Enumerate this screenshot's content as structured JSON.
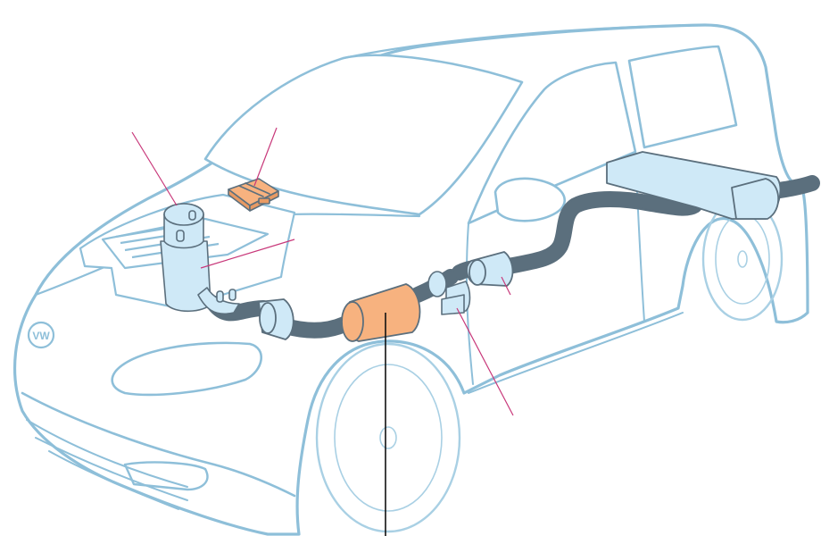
{
  "colors": {
    "body_outline": "#8ebfd9",
    "body_inner_line": "#a9d0e4",
    "glass_fill": "#ffffff",
    "exhaust_fill": "#cfe9f7",
    "exhaust_stroke": "#5b6f7d",
    "highlight_fill": "#f7b27f",
    "highlight_dark": "#e89a63",
    "leader_magenta": "#c8387a",
    "leader_black": "#111111"
  },
  "components": [
    {
      "id": "charcoal-canister",
      "highlighted": false
    },
    {
      "id": "engine-control-unit",
      "highlighted": true
    },
    {
      "id": "exhaust-manifold",
      "highlighted": false
    },
    {
      "id": "front-silencer",
      "highlighted": false
    },
    {
      "id": "catalytic-converter",
      "highlighted": true
    },
    {
      "id": "lambda-sensor",
      "highlighted": false
    },
    {
      "id": "center-silencer",
      "highlighted": false
    },
    {
      "id": "rear-silencer",
      "highlighted": false
    }
  ],
  "callouts": [
    {
      "target": "charcoal-canister",
      "color": "magenta"
    },
    {
      "target": "engine-control-unit",
      "color": "magenta"
    },
    {
      "target": "exhaust-manifold",
      "color": "magenta"
    },
    {
      "target": "center-silencer",
      "color": "magenta"
    },
    {
      "target": "lambda-sensor",
      "color": "magenta"
    },
    {
      "target": "catalytic-converter",
      "color": "black"
    }
  ],
  "labels": {
    "badge": "VW"
  }
}
